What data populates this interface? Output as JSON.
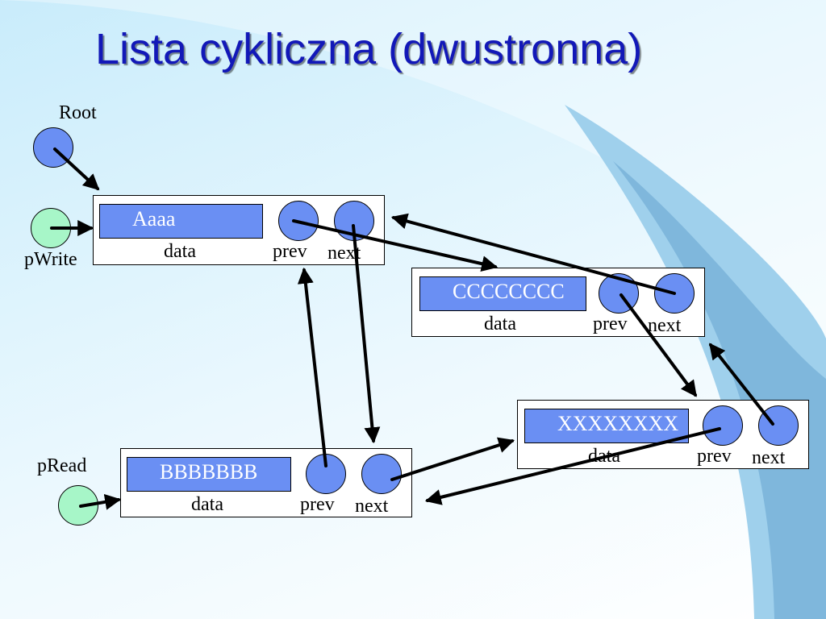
{
  "slide": {
    "title": "Lista cykliczna (dwustronna)"
  },
  "pointers": {
    "root": "Root",
    "pwrite": "pWrite",
    "pread": "pRead"
  },
  "nodes": [
    {
      "data": "Aaaa",
      "data_label": "data",
      "prev_label": "prev",
      "next_label": "next"
    },
    {
      "data": "CCCCCCCC",
      "data_label": "data",
      "prev_label": "prev",
      "next_label": "next"
    },
    {
      "data": "XXXXXXXX",
      "data_label": "data",
      "prev_label": "prev",
      "next_label": "next"
    },
    {
      "data": "BBBBBBB",
      "data_label": "data",
      "prev_label": "prev",
      "next_label": "next"
    }
  ],
  "colors": {
    "title": "#1218b8",
    "pointer_circle": "#6a8ff3",
    "head_pointer_circle": "#a7f6c8",
    "arrow": "#000000"
  }
}
